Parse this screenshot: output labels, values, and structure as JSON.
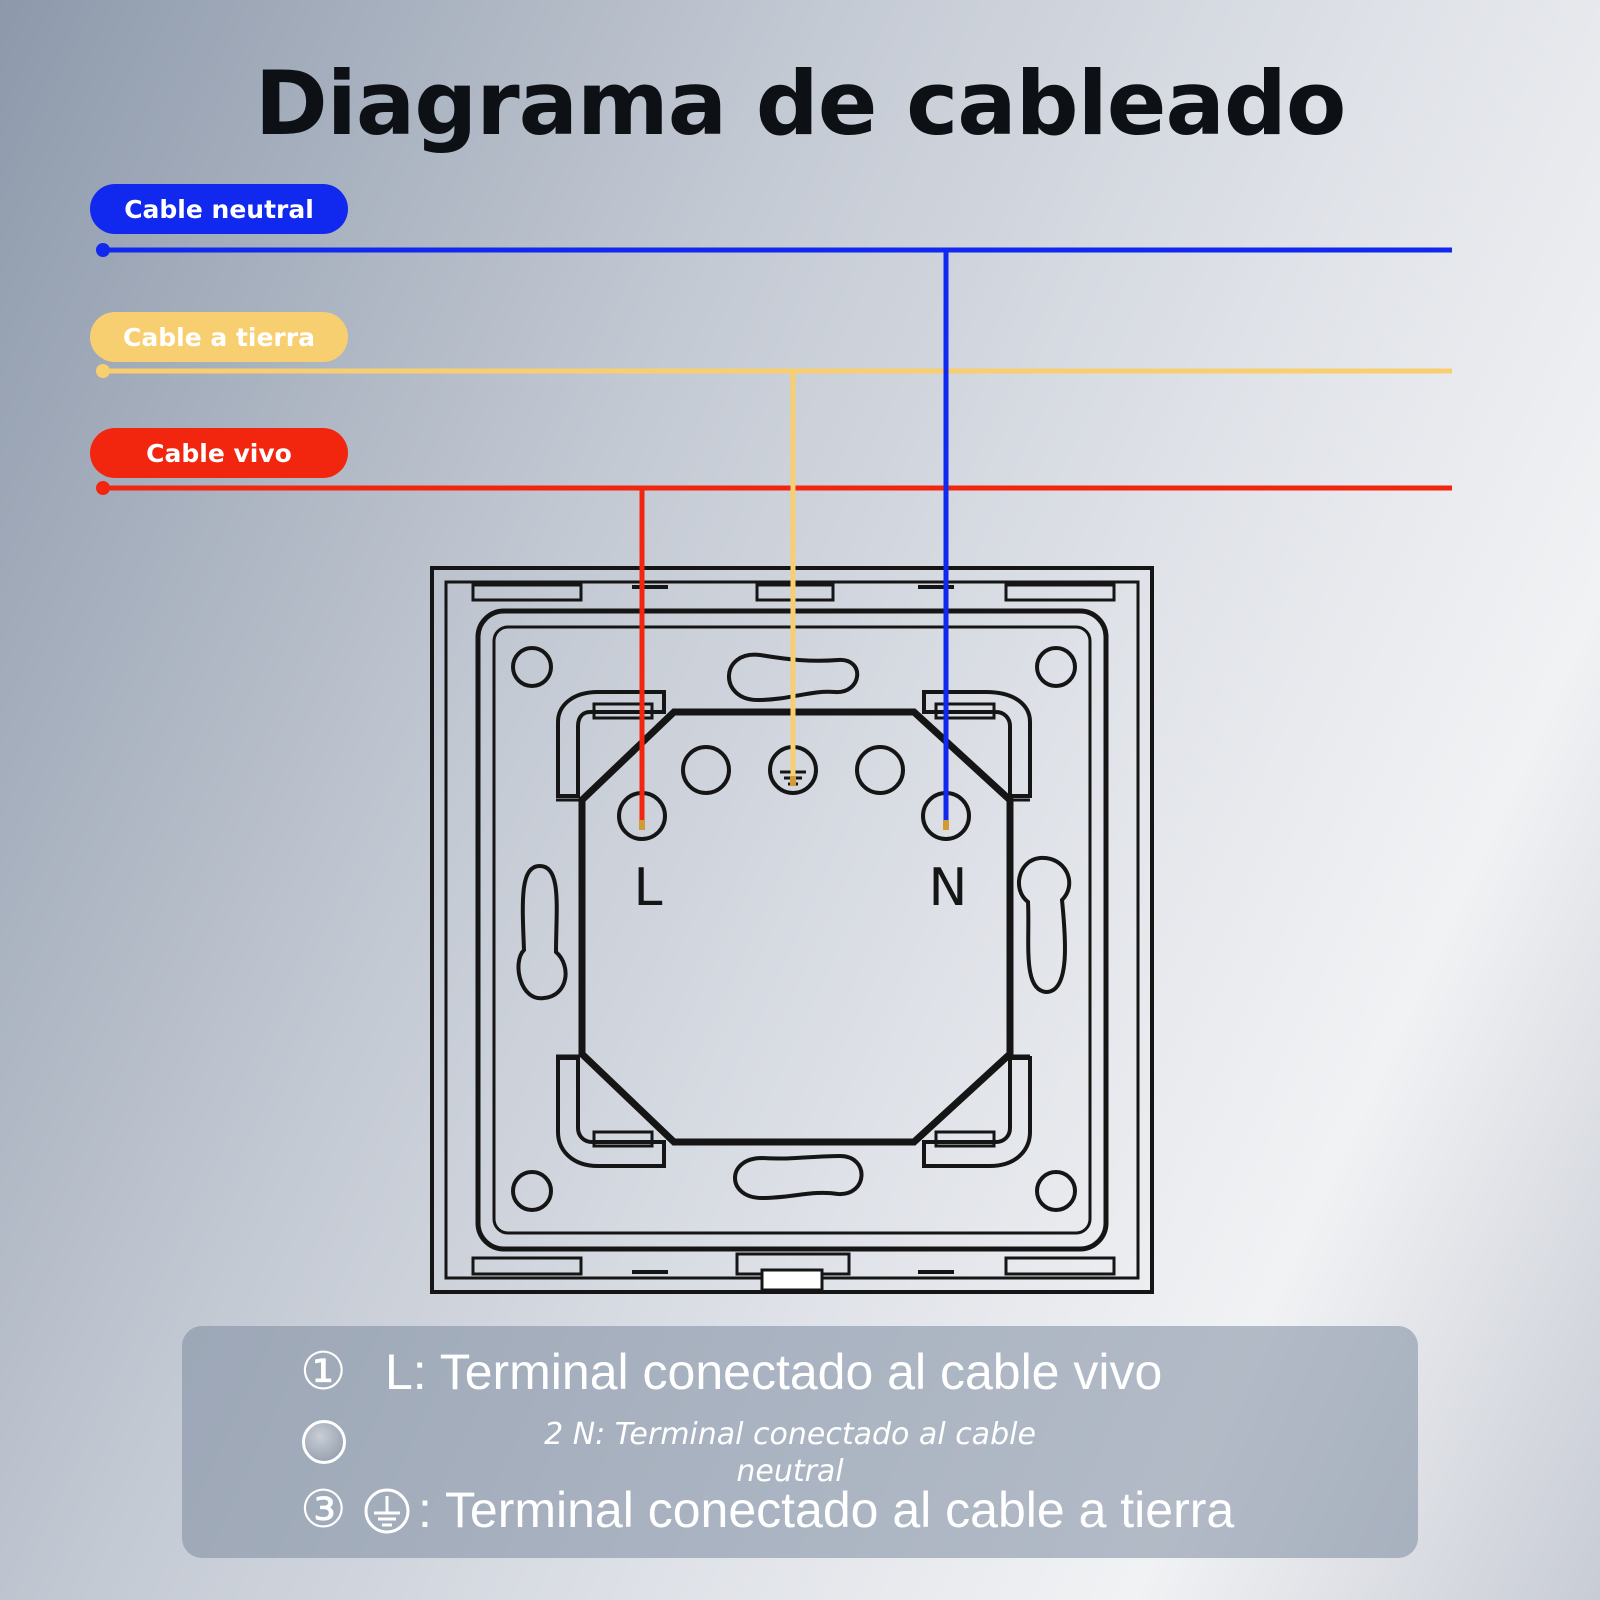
{
  "title": "Diagrama de cableado",
  "cables": {
    "neutral": {
      "label": "Cable neutral",
      "color": "#1128ee"
    },
    "ground": {
      "label": "Cable a tierra",
      "color": "#f8cf70"
    },
    "live": {
      "label": "Cable vivo",
      "color": "#f2260f"
    }
  },
  "terminals": {
    "live_label": "L",
    "neutral_label": "N"
  },
  "legend": {
    "item1_number": "①",
    "item1_text": "L: Terminal conectado al cable vivo",
    "item2_text": "2 N: Terminal conectado al cable neutral",
    "item3_number": "③",
    "item3_text": ": Terminal conectado al cable a tierra"
  },
  "icons": [
    "ground-icon",
    "terminal-circle-icon"
  ]
}
